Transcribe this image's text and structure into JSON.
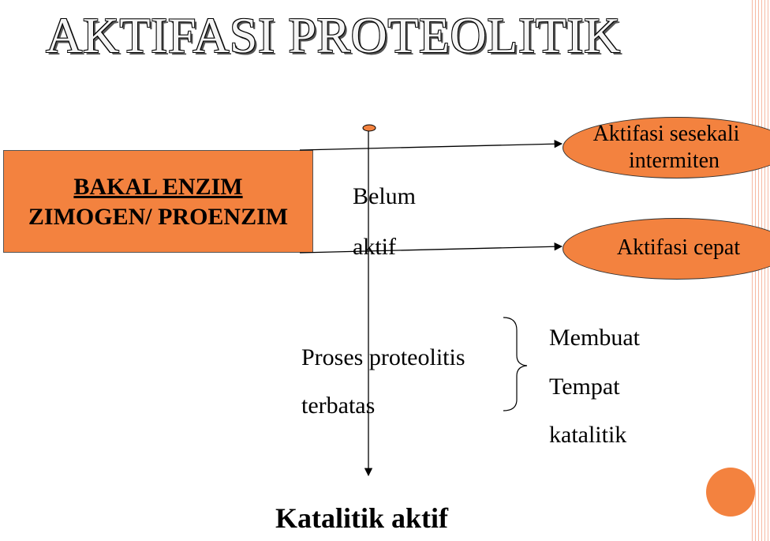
{
  "title": "AKTIFASI PROTEOLITIK",
  "box": {
    "line1": "BAKAL ENZIM",
    "line2": "ZIMOGEN/ PROENZIM"
  },
  "ellipses": {
    "top_line1": "Aktifasi sesekali",
    "top_line2": "intermiten",
    "bottom": "Aktifasi cepat"
  },
  "belum": "Belum",
  "aktif": "aktif",
  "proses1": "Proses proteolitis",
  "proses2": "terbatas",
  "membuat": "Membuat",
  "tempat": "Tempat",
  "katalitik": "katalitik",
  "bottom_label": "Katalitik aktif",
  "colors": {
    "accent": "#f3823f",
    "rail": "#f6b9a3"
  }
}
